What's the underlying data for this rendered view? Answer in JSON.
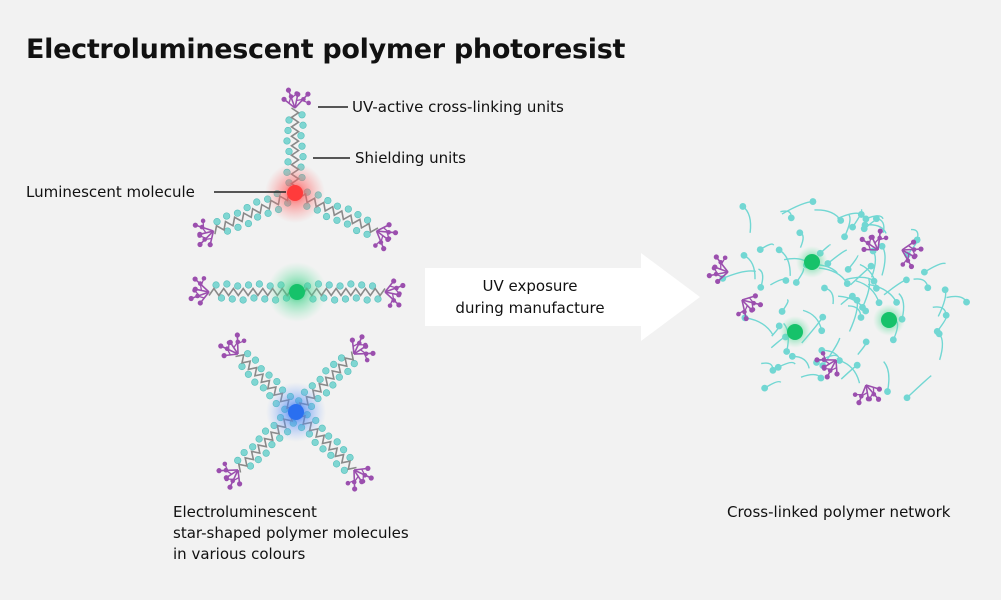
{
  "title": "Electroluminescent polymer photoresist",
  "labels": {
    "uv_units": "UV-active cross-linking units",
    "shielding": "Shielding units",
    "luminescent": "Luminescent molecule"
  },
  "arrow": {
    "line1": "UV exposure",
    "line2": "during manufacture"
  },
  "captions": {
    "left": [
      "Electroluminescent",
      "star-shaped polymer molecules",
      "in various colours"
    ],
    "right": "Cross-linked polymer network"
  },
  "colors": {
    "background": "#f2f2f2",
    "shield_beads": "#7fd6d2",
    "chain": "#8a8a8a",
    "uv_units": "#9b4fae",
    "red_core": "#ff3b3b",
    "green_core": "#16c26a",
    "blue_core": "#2a6ff0",
    "network": "#72d7d3",
    "arrow": "#ffffff"
  }
}
